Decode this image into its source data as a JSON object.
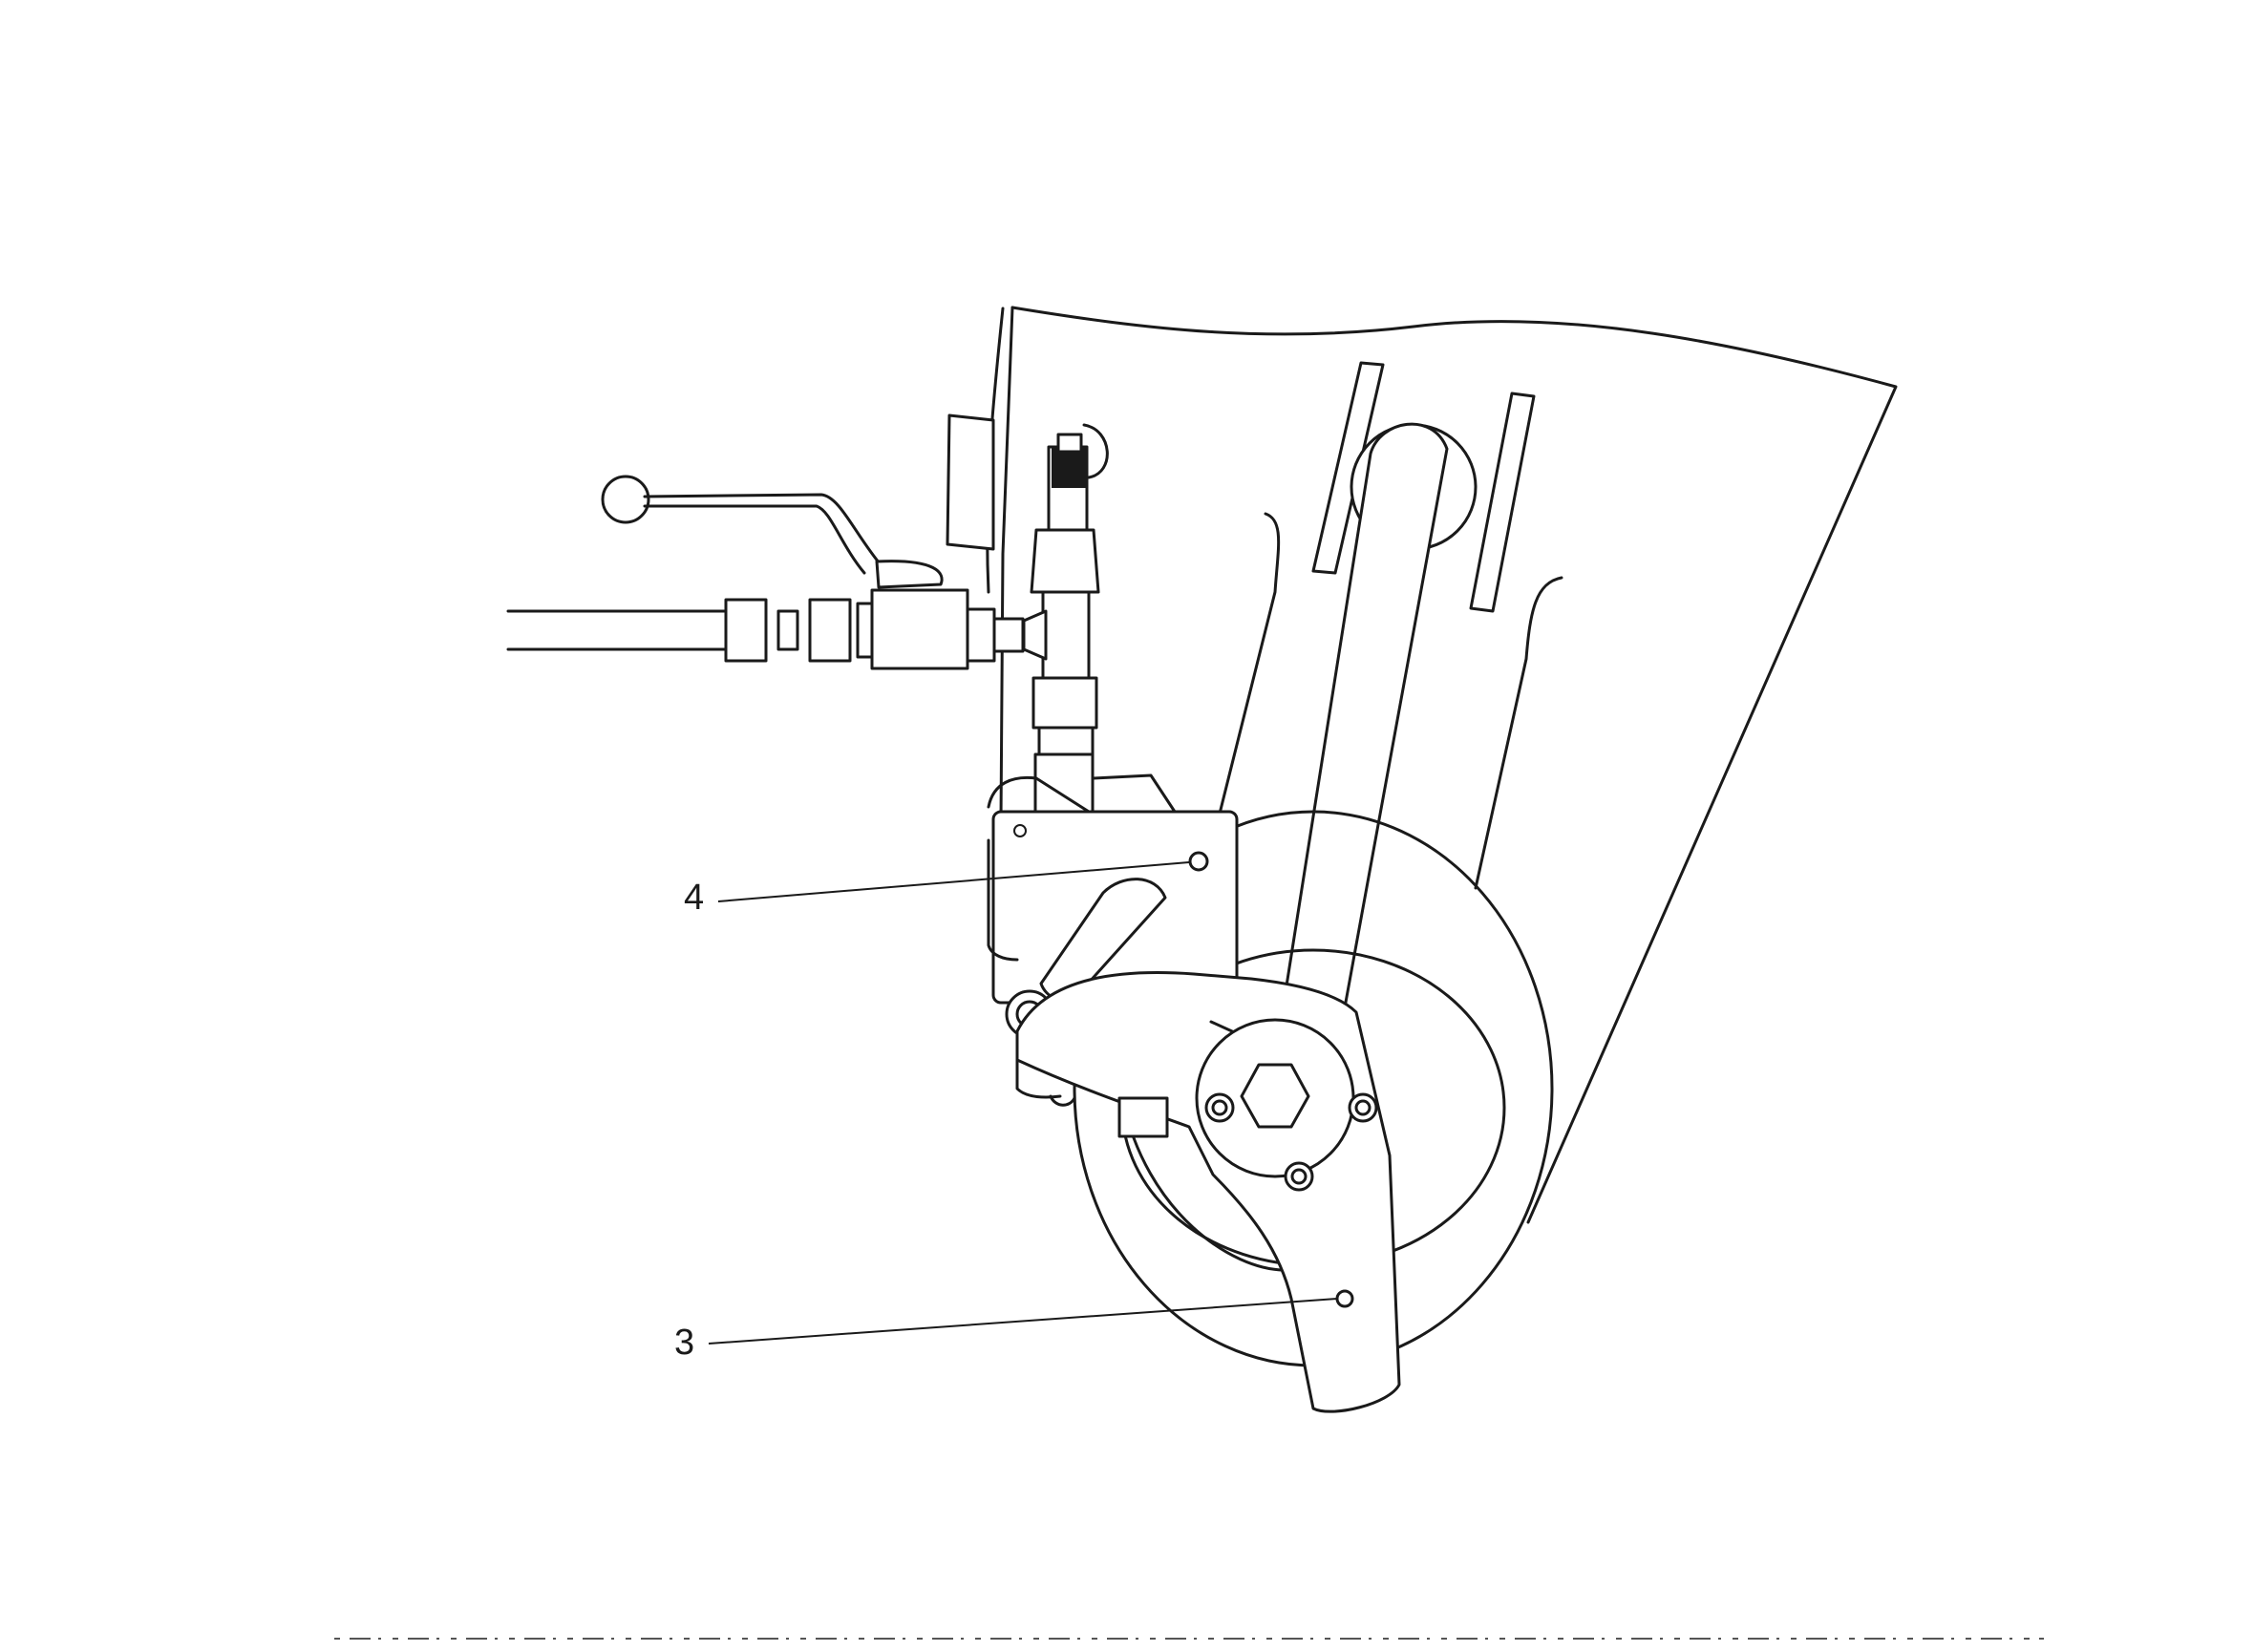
{
  "callouts": [
    {
      "id": "4",
      "label": "4"
    },
    {
      "id": "3",
      "label": "3"
    }
  ],
  "colors": {
    "ink": "#1a1a1a",
    "paper": "#ffffff"
  }
}
